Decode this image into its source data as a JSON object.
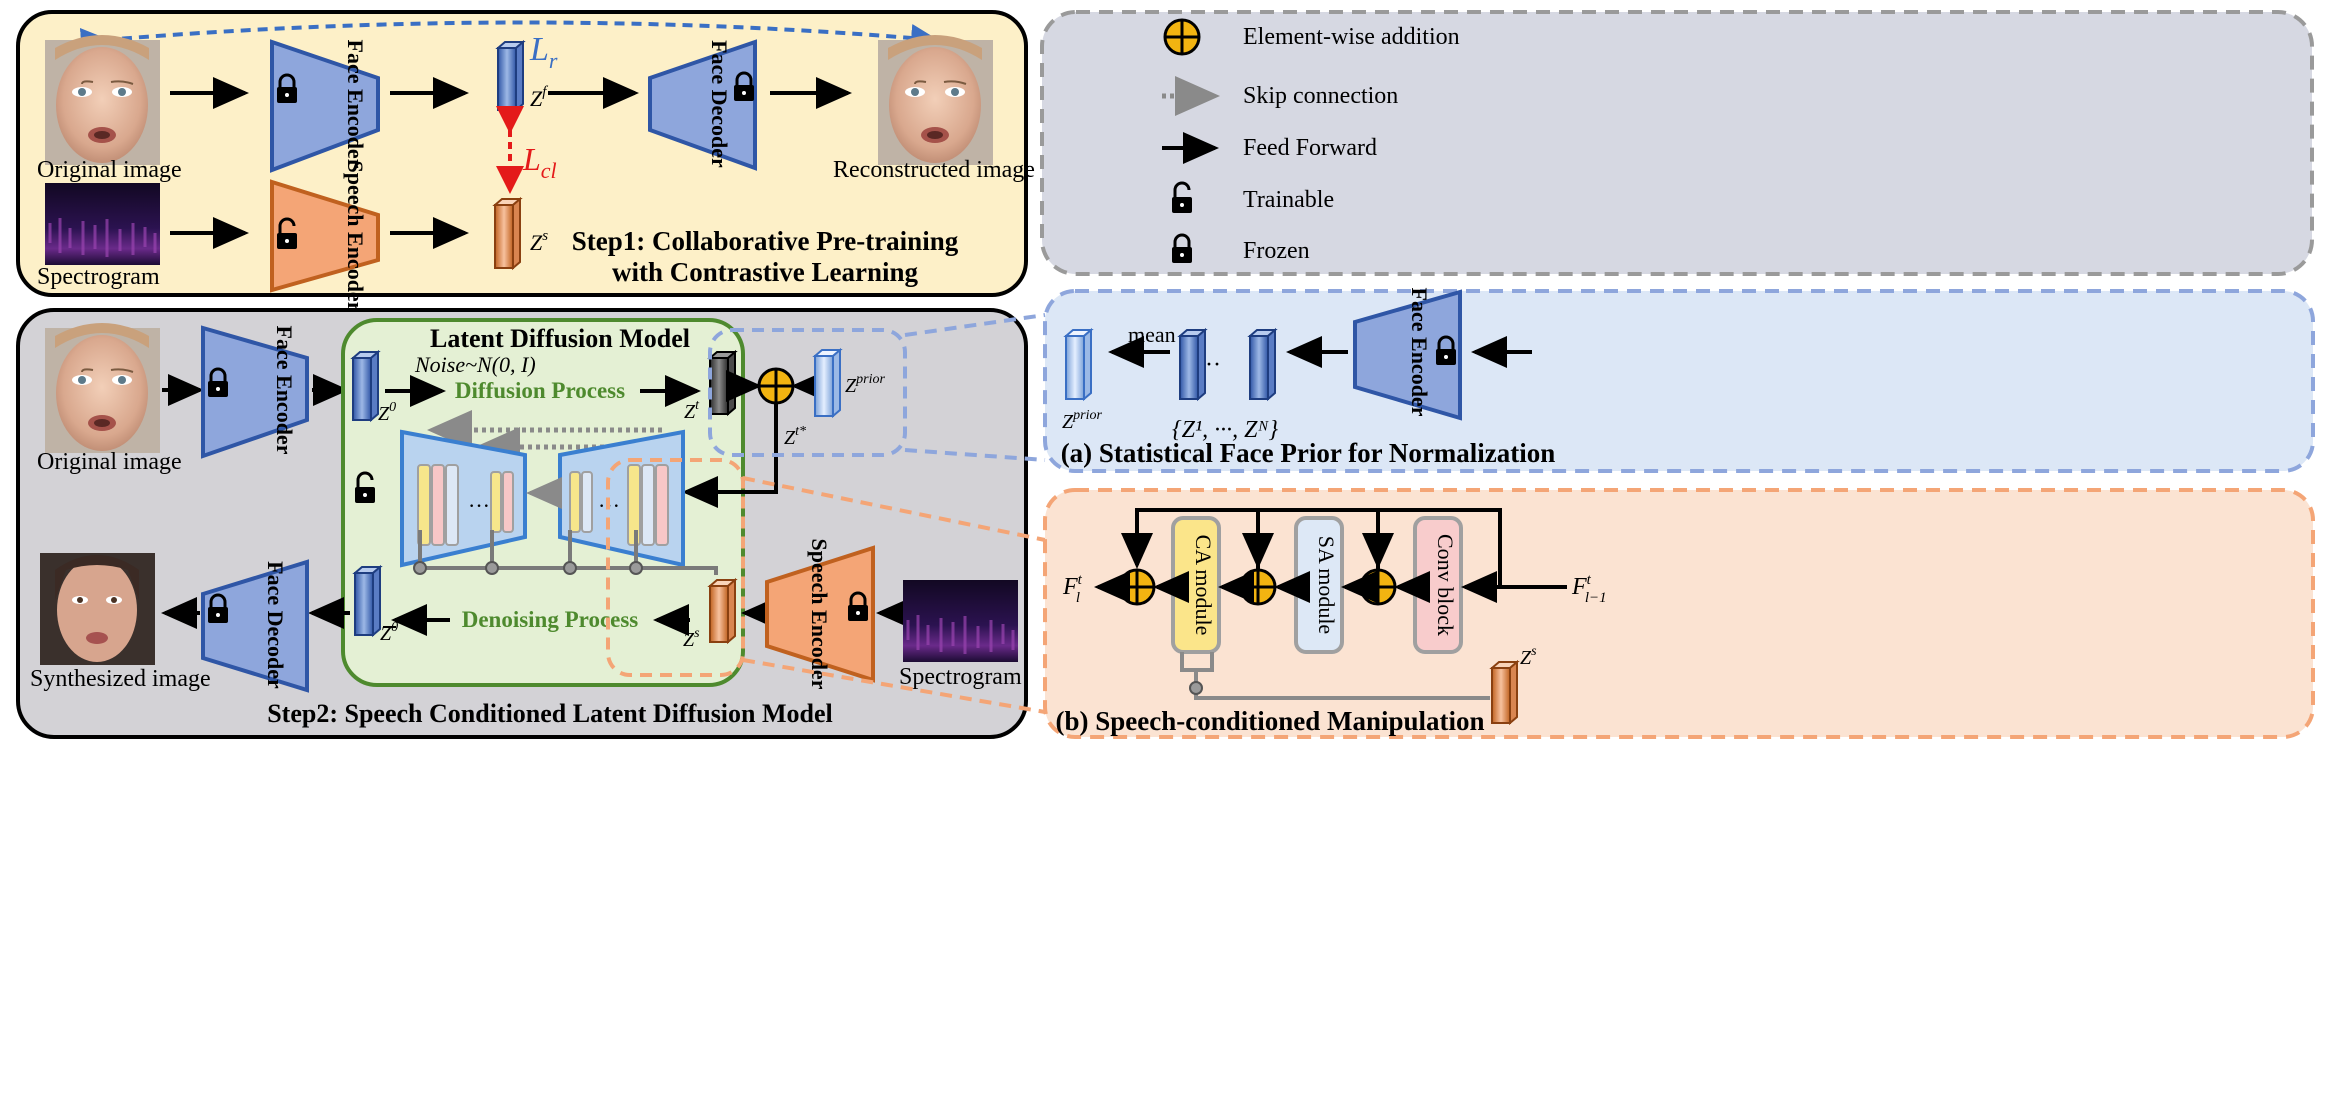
{
  "step1": {
    "title_line1": "Step1: Collaborative Pre-training",
    "title_line2": "with Contrastive Learning",
    "original_image_label": "Original image",
    "spectrogram_label": "Spectrogram",
    "reconstructed_label": "Reconstructed image",
    "face_encoder": "Face Encoder",
    "speech_encoder": "Speech Encoder",
    "face_decoder": "Face Decoder",
    "loss_r": "L",
    "loss_r_sub": "r",
    "loss_cl": "L",
    "loss_cl_sub": "cl",
    "zf": "Z",
    "zf_sup": "f",
    "zs": "Z",
    "zs_sup": "s"
  },
  "legend": {
    "items": [
      {
        "icon": "element-wise-addition-icon",
        "label": "Element-wise addition"
      },
      {
        "icon": "skip-connection-arrow-icon",
        "label": "Skip connection"
      },
      {
        "icon": "feed-forward-arrow-icon",
        "label": "Feed Forward"
      },
      {
        "icon": "unlocked-icon",
        "label": "Trainable"
      },
      {
        "icon": "locked-icon",
        "label": "Frozen"
      }
    ]
  },
  "step2": {
    "title": "Step2: Speech Conditioned Latent Diffusion Model",
    "ldm_title": "Latent Diffusion Model",
    "noise": "Noise~N(0, I)",
    "diffusion_process": "Diffusion Process",
    "denoising_process": "Denoising Process",
    "original_image_label": "Original image",
    "synthesized_label": "Synthesized image",
    "spectrogram_label": "Spectrogram",
    "face_encoder": "Face Encoder",
    "face_decoder": "Face Decoder",
    "speech_encoder": "Speech Encoder",
    "z0": "Z",
    "z0_sup": "0",
    "zt": "Z",
    "zt_sup": "t",
    "zt_star": "Z",
    "zt_star_sup": "t*",
    "zprior": "Z",
    "zprior_sup": "prior",
    "zhat0": "Z",
    "zhat0_sup": "0",
    "zs": "Z",
    "zs_sup": "s",
    "ellipsis": "···"
  },
  "panel_a": {
    "title": "(a) Statistical Face Prior for Normalization",
    "mean": "mean",
    "zprior": "Z",
    "zprior_sup": "prior",
    "set": "{Z¹, ···, Zᴺ}",
    "ellipsis": "···",
    "face_encoder": "Face Encoder"
  },
  "panel_b": {
    "title": "(b) Speech-conditioned Manipulation",
    "ca_module": "CA module",
    "sa_module": "SA module",
    "conv_block": "Conv block",
    "f_out": "F",
    "f_out_sup": "t",
    "f_out_sub": "l",
    "f_in": "F",
    "f_in_sup": "t",
    "f_in_sub": "l−1",
    "zs": "Z",
    "zs_sup": "s"
  },
  "colors": {
    "step1_bg": "#fdf0c8",
    "legend_bg": "#d6d8e2",
    "step2_bg": "#d3d2d6",
    "ldm_bg": "#e4f0d4",
    "ldm_border": "#4e8a2e",
    "panel_a_bg": "#dce7f6",
    "panel_b_bg": "#fbe3d2",
    "face_block": "#8ea6dc",
    "face_border": "#2f56a6",
    "speech_block": "#f4a576",
    "speech_border": "#c0611f",
    "adder": "#f2b411",
    "loss_blue": "#3a6fc4",
    "loss_red": "#e41a1a",
    "process_green": "#4e8a2e"
  }
}
